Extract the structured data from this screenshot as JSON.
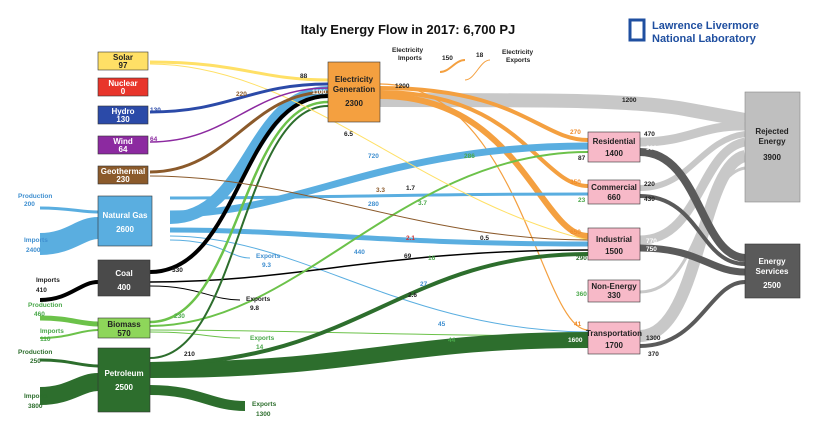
{
  "title": "Italy Energy Flow in 2017: 6,700 PJ",
  "logo": {
    "line1": "Lawrence Livermore",
    "line2": "National Laboratory",
    "color": "#1f4fa0"
  },
  "sources": {
    "solar": {
      "name": "Solar",
      "value": "97"
    },
    "nuclear": {
      "name": "Nuclear",
      "value": "0"
    },
    "hydro": {
      "name": "Hydro",
      "value": "130"
    },
    "wind": {
      "name": "Wind",
      "value": "64"
    },
    "geothermal": {
      "name": "Geothermal",
      "value": "230"
    },
    "natural_gas": {
      "name": "Natural Gas",
      "value": "2600"
    },
    "coal": {
      "name": "Coal",
      "value": "400"
    },
    "biomass": {
      "name": "Biomass",
      "value": "570"
    },
    "petroleum": {
      "name": "Petroleum",
      "value": "2500"
    }
  },
  "electricity": {
    "name_line1": "Electricity",
    "name_line2": "Generation",
    "value": "2300"
  },
  "sectors": {
    "residential": {
      "name": "Residential",
      "value": "1400"
    },
    "commercial": {
      "name": "Commercial",
      "value": "660"
    },
    "industrial": {
      "name": "Industrial",
      "value": "1500"
    },
    "non_energy": {
      "name_line1": "Non-Energy",
      "value": "330"
    },
    "transportation": {
      "name": "Transportation",
      "value": "1700"
    }
  },
  "outputs": {
    "rejected": {
      "name_line1": "Rejected",
      "name_line2": "Energy",
      "value": "3900"
    },
    "services": {
      "name_line1": "Energy",
      "name_line2": "Services",
      "value": "2500"
    }
  },
  "side_labels": {
    "ng_production": {
      "label": "Production",
      "value": "200"
    },
    "ng_imports": {
      "label": "Imports",
      "value": "2400"
    },
    "coal_imports": {
      "label": "Imports",
      "value": "410"
    },
    "bio_production": {
      "label": "Production",
      "value": "460"
    },
    "bio_imports": {
      "label": "Imports",
      "value": "110"
    },
    "pet_production": {
      "label": "Production",
      "value": "250"
    },
    "pet_imports": {
      "label": "Imports",
      "value": "3800"
    }
  },
  "exports": {
    "elec_imports": {
      "label_line1": "Electricity",
      "label_line2": "Imports",
      "value": "150"
    },
    "elec_exports": {
      "label_line1": "Electricity",
      "label_line2": "Exports",
      "value": "18"
    },
    "ng_exports": {
      "label": "Exports",
      "value": "9.3"
    },
    "coal_exports": {
      "label": "Exports",
      "value": "9.8"
    },
    "bio_exports": {
      "label": "Exports",
      "value": "14"
    },
    "pet_exports": {
      "label": "Exports",
      "value": "1300"
    }
  },
  "flow_labels": [
    {
      "text": "88",
      "color": "#222222"
    },
    {
      "text": "130",
      "color": "#2b4aa8"
    },
    {
      "text": "64",
      "color": "#8c2aa0"
    },
    {
      "text": "220",
      "color": "#8b5a2b"
    },
    {
      "text": "1100",
      "color": "#ffffff"
    },
    {
      "text": "1200",
      "color": "#222222"
    },
    {
      "text": "1200",
      "color": "#222222"
    },
    {
      "text": "6.5",
      "color": "#222222"
    },
    {
      "text": "720",
      "color": "#3f8fd0"
    },
    {
      "text": "3.3",
      "color": "#8b5a2b"
    },
    {
      "text": "1.7",
      "color": "#222222"
    },
    {
      "text": "280",
      "color": "#3f8fd0"
    },
    {
      "text": "3.7",
      "color": "#4aa84a"
    },
    {
      "text": "2.1",
      "color": "#cc3333"
    },
    {
      "text": "0.5",
      "color": "#222222"
    },
    {
      "text": "440",
      "color": "#3f8fd0"
    },
    {
      "text": "69",
      "color": "#222222"
    },
    {
      "text": "16",
      "color": "#4aa84a"
    },
    {
      "text": "27",
      "color": "#3f8fd0"
    },
    {
      "text": "2.6",
      "color": "#222222"
    },
    {
      "text": "45",
      "color": "#3f8fd0"
    },
    {
      "text": "44",
      "color": "#4aa84a"
    },
    {
      "text": "330",
      "color": "#222222"
    },
    {
      "text": "230",
      "color": "#4aa84a"
    },
    {
      "text": "210",
      "color": "#222222"
    },
    {
      "text": "286",
      "color": "#4aa84a"
    },
    {
      "text": "87",
      "color": "#222222"
    },
    {
      "text": "23",
      "color": "#4aa84a"
    },
    {
      "text": "290",
      "color": "#2d6e2d"
    },
    {
      "text": "360",
      "color": "#4aa84a"
    },
    {
      "text": "1600",
      "color": "#ffffff"
    },
    {
      "text": "270",
      "color": "#f08c2a"
    },
    {
      "text": "350",
      "color": "#f08c2a"
    },
    {
      "text": "650",
      "color": "#f08c2a"
    },
    {
      "text": "41",
      "color": "#f08c2a"
    },
    {
      "text": "470",
      "color": "#222222"
    },
    {
      "text": "900",
      "color": "#ffffff"
    },
    {
      "text": "220",
      "color": "#222222"
    },
    {
      "text": "430",
      "color": "#222222"
    },
    {
      "text": "770",
      "color": "#ffffff"
    },
    {
      "text": "750",
      "color": "#ffffff"
    },
    {
      "text": "1300",
      "color": "#222222"
    },
    {
      "text": "370",
      "color": "#222222"
    }
  ],
  "colors": {
    "solar": "#ffe066",
    "nuclear": "#e8352b",
    "hydro": "#2b4aa8",
    "wind": "#8c2aa0",
    "geothermal": "#8b5a2b",
    "natural_gas": "#5aaee0",
    "coal": "#000000",
    "biomass": "#8ed65a",
    "petroleum": "#2d6e2d",
    "electricity": "#f4a040",
    "sector": "#f7b9c8",
    "rejected": "#bfbfbf",
    "services": "#5a5a5a"
  }
}
